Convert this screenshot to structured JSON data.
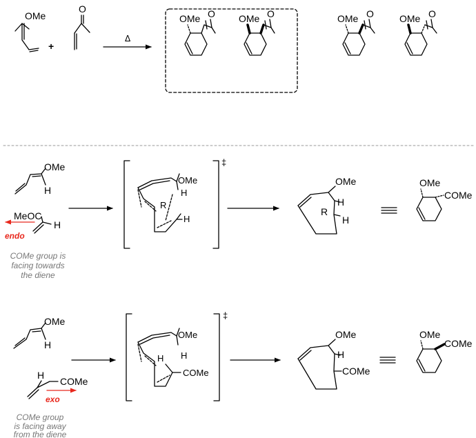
{
  "labels": {
    "ome": "OMe",
    "o": "O",
    "plus": "+",
    "delta": "Δ",
    "h": "H",
    "r": "R",
    "meoc": "MeOC",
    "come": "COMe",
    "double_dagger": "‡",
    "equiv": "≡"
  },
  "endo": {
    "label": "endo",
    "caption": [
      "COMe group is",
      "facing towards",
      "the diene"
    ]
  },
  "exo": {
    "label": "exo",
    "caption": [
      "COMe group",
      "is facing away",
      "from the diene"
    ]
  },
  "colors": {
    "accent": "#e8281d",
    "caption": "#777777",
    "separator": "#9a9a9a"
  }
}
